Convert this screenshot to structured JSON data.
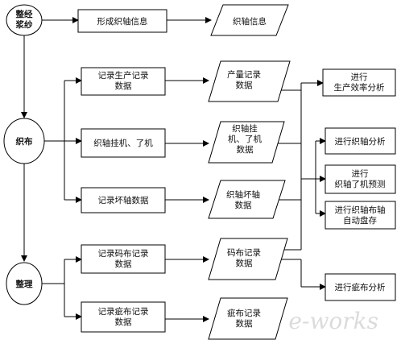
{
  "circles": {
    "c1": [
      "整经",
      "浆纱"
    ],
    "c2": [
      "织布"
    ],
    "c3": [
      "整理"
    ]
  },
  "process": {
    "p1": [
      "形成织轴信息"
    ],
    "p2": [
      "记录生产记录",
      "数据"
    ],
    "p3": [
      "织轴挂机、了机"
    ],
    "p4": [
      "记录坏轴数据"
    ],
    "p5": [
      "记录码布记录",
      "数据"
    ],
    "p6": [
      "记录疵布记录",
      "数据"
    ]
  },
  "data_nodes": {
    "d1": [
      "织轴信息"
    ],
    "d2": [
      "产量记录",
      "数据"
    ],
    "d3": [
      "织轴挂",
      "机、了机",
      "数据"
    ],
    "d4": [
      "织轴坏轴",
      "数据"
    ],
    "d5": [
      "码布记录",
      "数据"
    ],
    "d6": [
      "疵布记录",
      "数据"
    ]
  },
  "analysis": {
    "a1": [
      "进行",
      "生产效率分析"
    ],
    "a2": [
      "进行织轴分析"
    ],
    "a3": [
      "进行",
      "织轴了机预测"
    ],
    "a4": [
      "进行织轴布轴",
      "自动盘存"
    ],
    "a5": [
      "进行疵布分析"
    ]
  },
  "watermark": "e-works",
  "colors": {
    "line": "#000000",
    "fill": "#ffffff",
    "watermark": "#d9d9d9"
  }
}
